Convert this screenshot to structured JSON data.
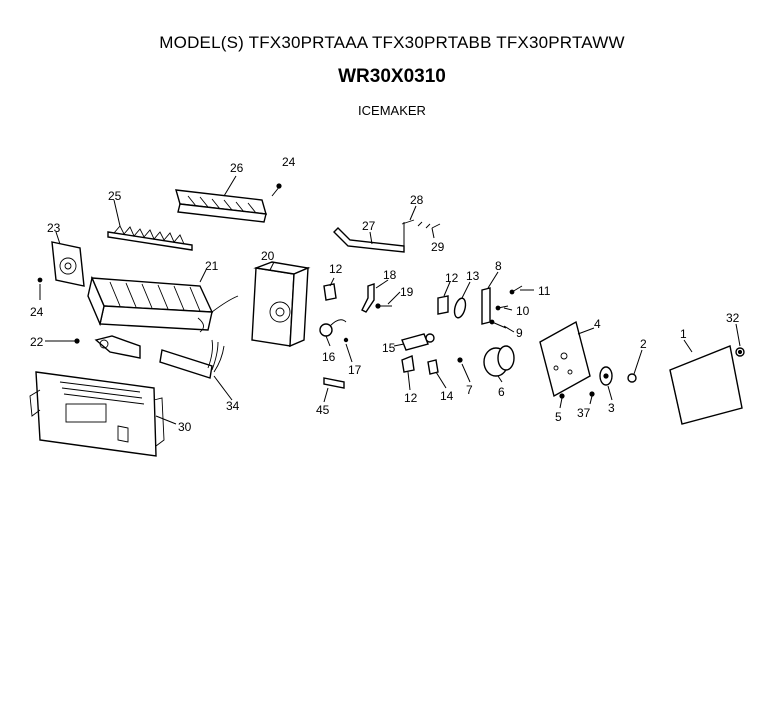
{
  "header": {
    "models": "MODEL(S) TFX30PRTAAA  TFX30PRTABB  TFX30PRTAWW",
    "part_number": "WR30X0310",
    "section": "ICEMAKER"
  },
  "callouts": [
    "26",
    "24",
    "25",
    "23",
    "21",
    "24",
    "22",
    "20",
    "27",
    "28",
    "29",
    "12",
    "18",
    "19",
    "12",
    "13",
    "8",
    "11",
    "10",
    "9",
    "16",
    "17",
    "15",
    "12",
    "14",
    "7",
    "6",
    "4",
    "5",
    "37",
    "3",
    "2",
    "1",
    "32",
    "30",
    "34",
    "45"
  ]
}
